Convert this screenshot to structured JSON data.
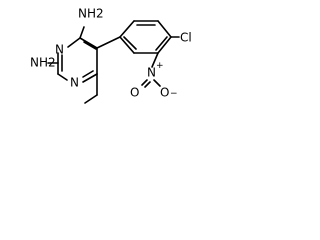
{
  "molecule": {
    "atoms": {
      "nh2_top": "NH2",
      "nh2_left": "NH2",
      "n_ring_top": "N",
      "n_ring_bottom": "N",
      "cl": "Cl",
      "n_nitro": "N",
      "o_nitro_left": "O",
      "o_nitro_right": "O",
      "plus": "+",
      "minus": "−"
    }
  }
}
